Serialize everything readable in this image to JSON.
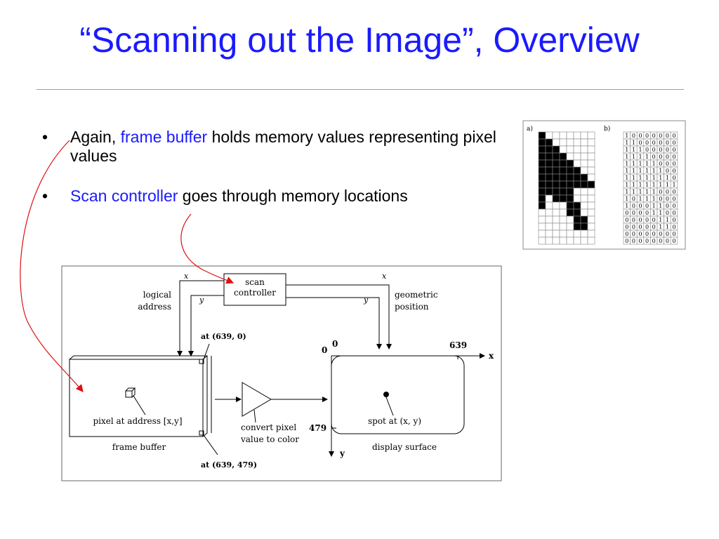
{
  "title": "“Scanning out the Image”, Overview",
  "bullets": [
    {
      "pre": "Again, ",
      "highlight": "frame buffer",
      "post": " holds memory values representing pixel values"
    },
    {
      "pre": "",
      "highlight": "Scan controller",
      "post": " goes through memory locations"
    }
  ],
  "colors": {
    "title": "#1a1aff",
    "highlight": "#1a1aff",
    "annotation_arrow": "#dd1111",
    "rule": "#f07a7a"
  },
  "bitmap": {
    "label_a": "a)",
    "label_b": "b)",
    "rows": [
      "10000000",
      "11000000",
      "11100000",
      "11110000",
      "11111000",
      "11111100",
      "11111110",
      "11111111",
      "11111000",
      "10111000",
      "10001100",
      "00001100",
      "00000110",
      "00000110",
      "00000000",
      "00000000"
    ]
  },
  "diagram": {
    "scan_controller": "scan controller",
    "x_left": "x",
    "y_left": "y",
    "x_right": "x",
    "y_right": "y",
    "logical_address": "logical address",
    "geometric_position": "geometric position",
    "at_top": "at (639, 0)",
    "at_bottom": "at (639, 479)",
    "pixel_at": "pixel at address [x,y]",
    "frame_buffer": "frame buffer",
    "convert": "convert pixel value to color",
    "origin": "0",
    "zero_top": "0",
    "x_max": "639",
    "y_max": "479",
    "x_axis": "x",
    "y_axis": "y",
    "spot_at": "spot at (x, y)",
    "display_surface": "display surface"
  }
}
